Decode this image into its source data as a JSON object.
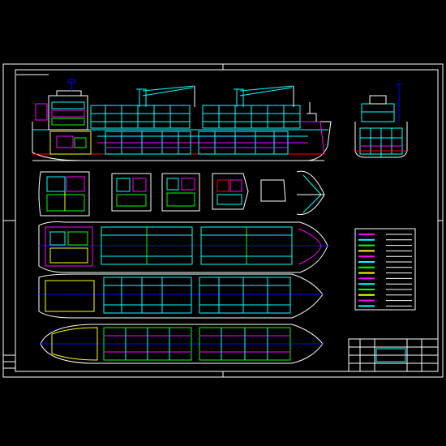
{
  "colors": {
    "background": "#000000",
    "frame": "#ffffff",
    "hull": "#ffffff",
    "deck": "#00ffff",
    "bulkhead": "#ff00ff",
    "tank": "#00ff00",
    "machinery": "#ffff00",
    "waterline": "#ff0000",
    "centerline": "#0000ff"
  },
  "views": [
    {
      "name": "profile-view",
      "label": ""
    },
    {
      "name": "midship-section-view",
      "label": ""
    },
    {
      "name": "deck-house-plans",
      "label": ""
    },
    {
      "name": "upper-deck-plan",
      "label": ""
    },
    {
      "name": "tween-deck-plan",
      "label": ""
    },
    {
      "name": "tank-top-plan",
      "label": ""
    }
  ],
  "particulars": {
    "rows": [
      {
        "label": "",
        "value": ""
      },
      {
        "label": "",
        "value": ""
      },
      {
        "label": "",
        "value": ""
      },
      {
        "label": "",
        "value": ""
      },
      {
        "label": "",
        "value": ""
      },
      {
        "label": "",
        "value": ""
      },
      {
        "label": "",
        "value": ""
      },
      {
        "label": "",
        "value": ""
      },
      {
        "label": "",
        "value": ""
      },
      {
        "label": "",
        "value": ""
      },
      {
        "label": "",
        "value": ""
      },
      {
        "label": "",
        "value": ""
      },
      {
        "label": "",
        "value": ""
      },
      {
        "label": "",
        "value": ""
      }
    ]
  },
  "title_block": {
    "drawing_title": "",
    "revision_rows": 4
  }
}
